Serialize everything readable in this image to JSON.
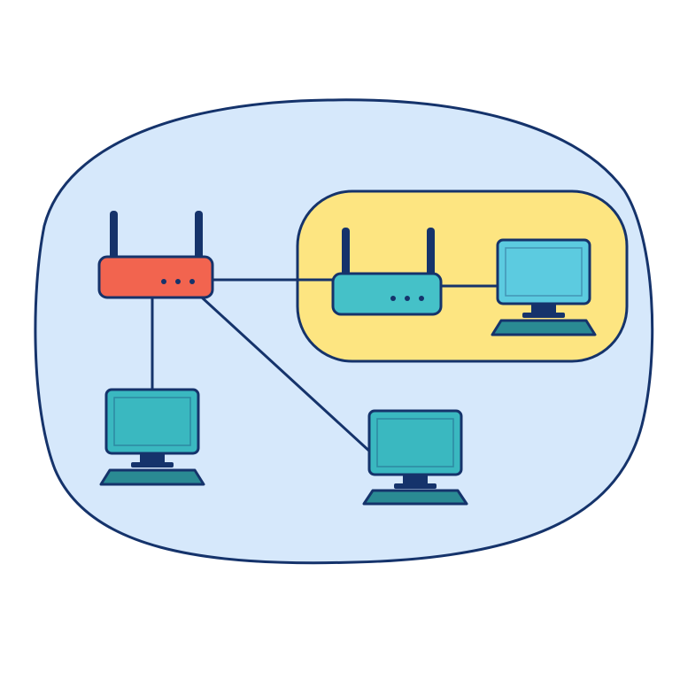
{
  "diagram": {
    "type": "network-topology",
    "colors": {
      "outline": "#15336b",
      "network_fill": "#d6e8fb",
      "subnet_fill": "#fde581",
      "main_router": "#f2644f",
      "sub_router": "#45c1c8",
      "screen_teal": "#3ab8c0",
      "screen_light": "#5ccbe0",
      "base_dark": "#2a8a93",
      "router_dots": "#15336b"
    },
    "nodes": [
      {
        "id": "main-router",
        "kind": "router",
        "icon": "router-icon",
        "color": "main_router",
        "zone": "network"
      },
      {
        "id": "sub-router",
        "kind": "router",
        "icon": "router-icon",
        "color": "sub_router",
        "zone": "subnet"
      },
      {
        "id": "computer-right",
        "kind": "computer",
        "icon": "desktop-computer-icon",
        "zone": "subnet"
      },
      {
        "id": "computer-left",
        "kind": "computer",
        "icon": "desktop-computer-icon",
        "zone": "network"
      },
      {
        "id": "computer-bottom",
        "kind": "computer",
        "icon": "desktop-computer-icon",
        "zone": "network"
      }
    ],
    "links": [
      {
        "from": "main-router",
        "to": "sub-router"
      },
      {
        "from": "sub-router",
        "to": "computer-right"
      },
      {
        "from": "main-router",
        "to": "computer-left"
      },
      {
        "from": "main-router",
        "to": "computer-bottom"
      }
    ]
  }
}
